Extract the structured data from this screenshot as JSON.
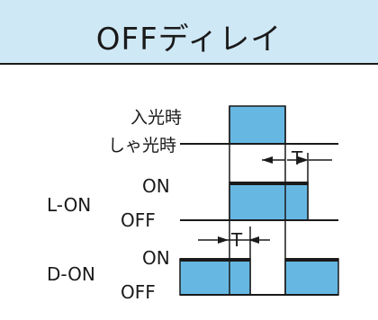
{
  "title": "OFFディレイ",
  "rows": {
    "light_on": "入光時",
    "light_off": "しゃ光時",
    "l_on": "L-ON",
    "d_on": "D-ON",
    "on": "ON",
    "off": "OFF"
  },
  "delay_label": "T",
  "colors": {
    "header_bg": "#cfe8f5",
    "pulse_fill": "#66b8e3",
    "line": "#1a1a1a"
  }
}
